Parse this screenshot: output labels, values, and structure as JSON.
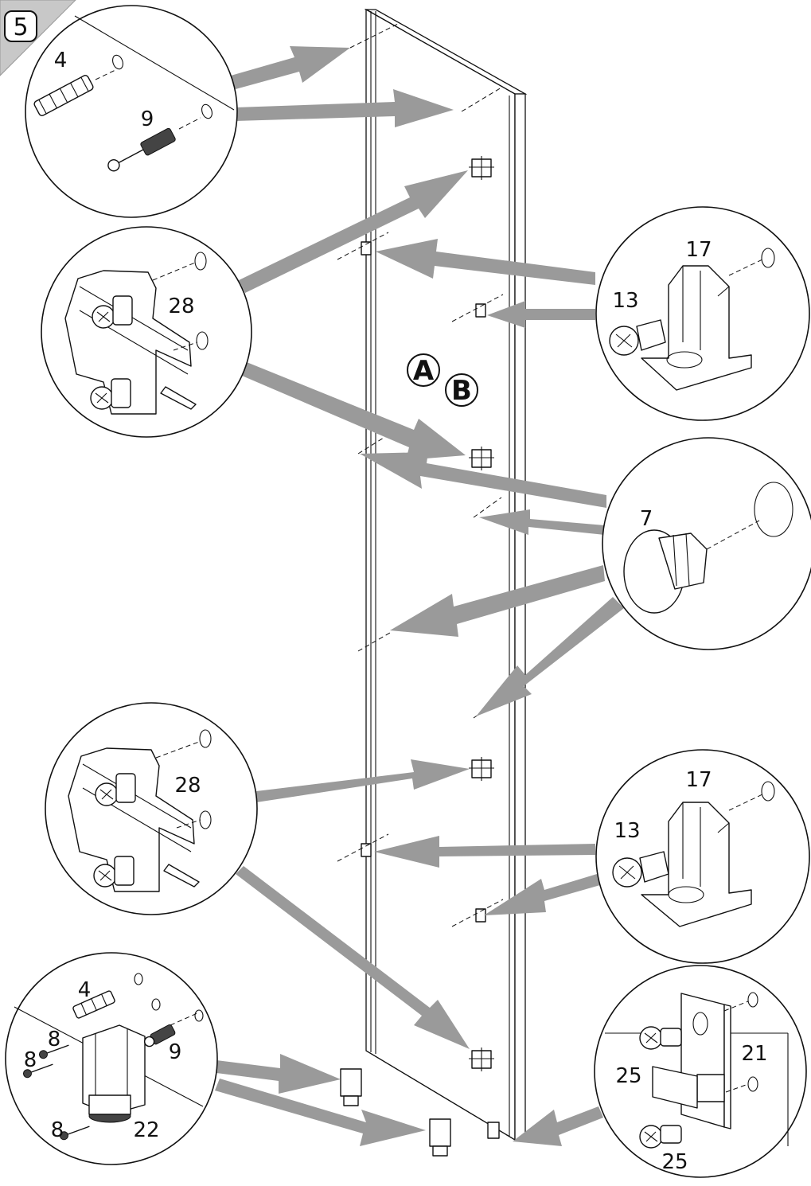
{
  "step": {
    "number": "5"
  },
  "panel_labels": {
    "a": "A",
    "b": "B"
  },
  "callouts": {
    "dowel_screw_top": {
      "part_a": "4",
      "part_b": "9"
    },
    "hinge_upper": {
      "part": "28"
    },
    "support_upper": {
      "part_a": "17",
      "part_b": "13"
    },
    "cap": {
      "part": "7"
    },
    "hinge_lower": {
      "part": "28"
    },
    "support_lower": {
      "part_a": "17",
      "part_b": "13"
    },
    "foot_assembly": {
      "dowel": "4",
      "screw_a": "8",
      "screw_b": "8",
      "screw_c": "8",
      "connector": "9",
      "leg": "22"
    },
    "bracket": {
      "screw_top": "25",
      "plate": "21",
      "screw_bottom": "25"
    }
  },
  "colors": {
    "arrow": "#9a9a9a",
    "line": "#111111",
    "step_badge": "#c8c8c8"
  }
}
